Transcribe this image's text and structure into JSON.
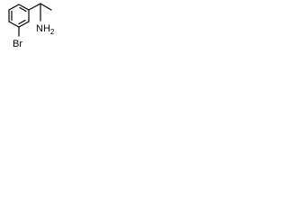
{
  "molecule": {
    "substituent_1": "Br",
    "substituent_2_main": "NH",
    "substituent_2_sub": "2"
  },
  "colors": {
    "bond": "#000000",
    "background": "#ffffff"
  }
}
